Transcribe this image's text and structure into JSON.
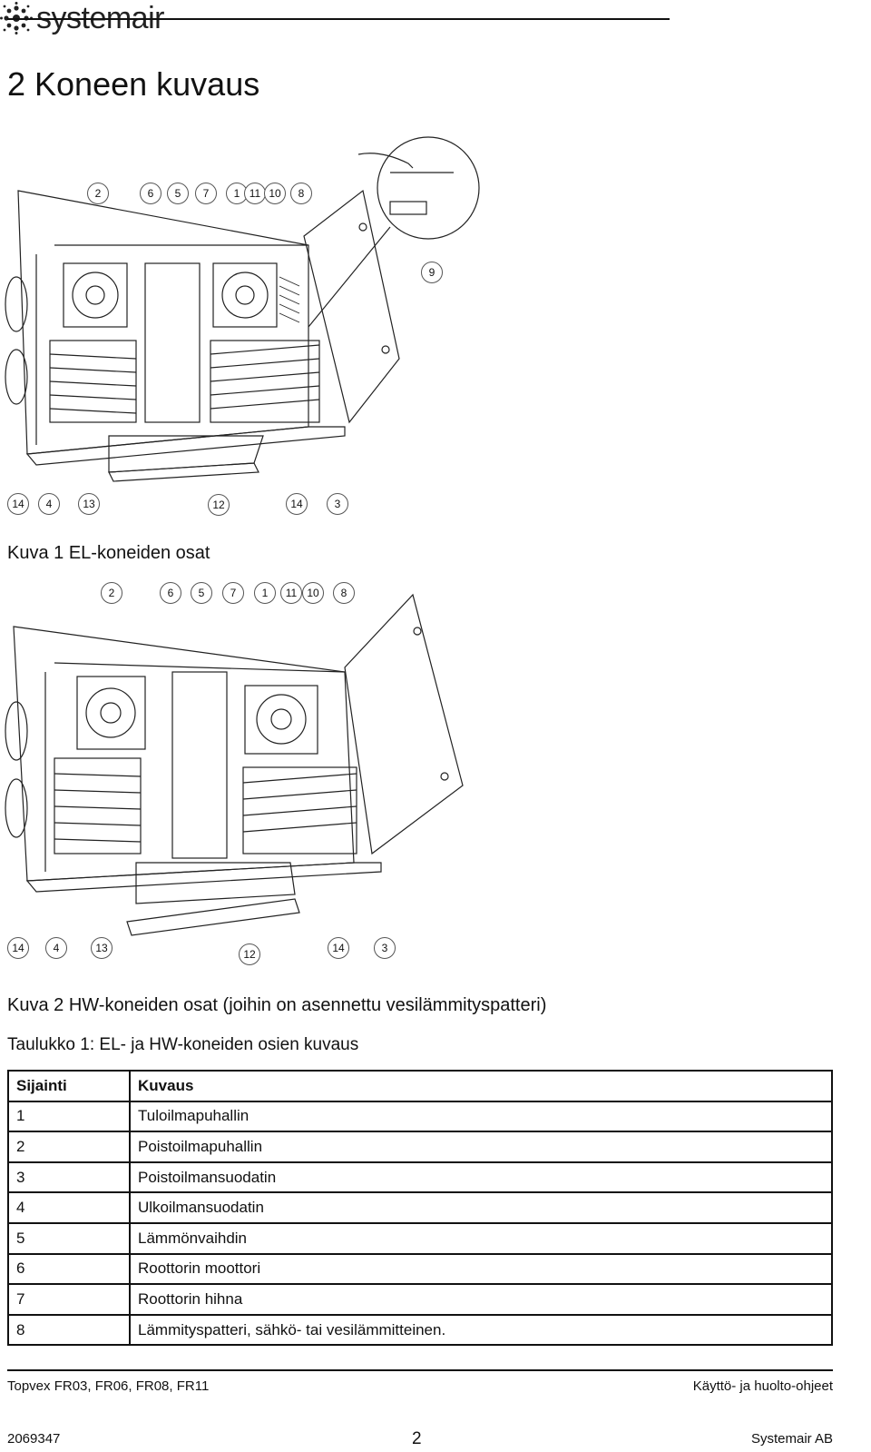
{
  "header": {
    "brand": "systemair"
  },
  "title": "2 Koneen kuvaus",
  "figure1": {
    "top_callouts": [
      "2",
      "6",
      "5",
      "7",
      "1",
      "11",
      "10",
      "8"
    ],
    "detail_callout": "9",
    "bottom_callouts": [
      "14",
      "4",
      "13",
      "12",
      "14",
      "3"
    ],
    "caption": "Kuva 1 EL-koneiden osat"
  },
  "figure2": {
    "top_callouts": [
      "2",
      "6",
      "5",
      "7",
      "1",
      "11",
      "10",
      "8"
    ],
    "bottom_callouts": [
      "14",
      "4",
      "13",
      "12",
      "14",
      "3"
    ],
    "caption": "Kuva 2 HW-koneiden osat (joihin on asennettu vesilämmityspatteri)"
  },
  "table": {
    "caption": "Taulukko 1: EL- ja HW-koneiden osien kuvaus",
    "headers": [
      "Sijainti",
      "Kuvaus"
    ],
    "rows": [
      [
        "1",
        "Tuloilmapuhallin"
      ],
      [
        "2",
        "Poistoilmapuhallin"
      ],
      [
        "3",
        "Poistoilmansuodatin"
      ],
      [
        "4",
        "Ulkoilmansuodatin"
      ],
      [
        "5",
        "Lämmönvaihdin"
      ],
      [
        "6",
        "Roottorin moottori"
      ],
      [
        "7",
        "Roottorin hihna"
      ],
      [
        "8",
        "Lämmityspatteri, sähkö- tai vesilämmitteinen."
      ]
    ]
  },
  "footer": {
    "left_top": "Topvex FR03, FR06, FR08, FR11",
    "right_top": "Käyttö- ja huolto-ohjeet",
    "left_bottom": "2069347",
    "page": "2",
    "right_bottom": "Systemair AB"
  }
}
